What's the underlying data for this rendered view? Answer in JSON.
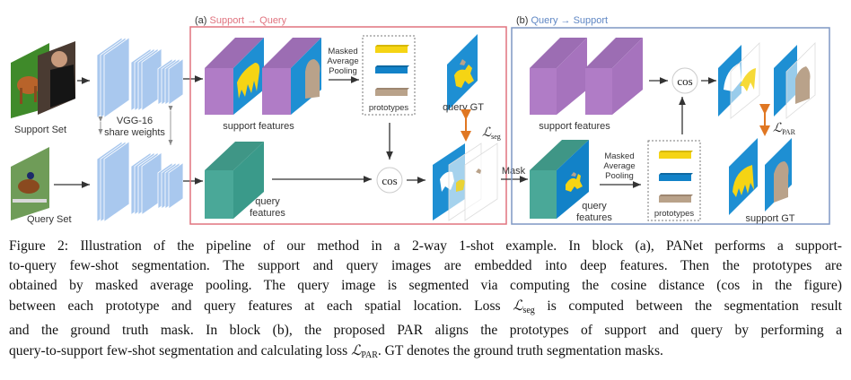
{
  "figure": {
    "left_inputs": {
      "support_set_label": "Support Set",
      "query_set_label": "Query Set",
      "backbone_label_line1": "VGG-16",
      "backbone_label_line2": "share weights"
    },
    "block_a": {
      "prefix": "(a) ",
      "title": "Support → Query",
      "border_color": "#e0737f",
      "support_features_label": "support features",
      "map_label_lines": [
        "Masked",
        "Average",
        "Pooling"
      ],
      "prototypes_label": "prototypes",
      "cos_label": "cos",
      "query_features_label_lines": [
        "query",
        "features"
      ],
      "query_gt_label": "query GT",
      "loss_label": "ℒ",
      "loss_sub": "seg",
      "mask_label": "Mask"
    },
    "block_b": {
      "prefix": "(b) ",
      "title": "Query → Support",
      "border_color": "#7f97c4",
      "support_features_label": "support features",
      "cos_label": "cos",
      "map_label_lines": [
        "Masked",
        "Average",
        "Pooling"
      ],
      "prototypes_label": "prototypes",
      "query_features_label_lines": [
        "query",
        "features"
      ],
      "loss_label": "ℒ",
      "loss_sub": "PAR",
      "support_gt_label": "support GT"
    },
    "colors": {
      "vgg_blue": "#a9c8ee",
      "support_purple": "#b07cc6",
      "query_teal": "#4aa898",
      "mask_blue": "#1e8fd3",
      "proto_yellow": "#f5d414",
      "proto_blue": "#1282c8",
      "proto_tan": "#b9a28a",
      "loss_orange": "#e07722"
    }
  },
  "caption": {
    "lines": [
      "Figure 2: Illustration of the pipeline of our method in a 2-way 1-shot example. In block (a), PANet performs a support-",
      "to-query few-shot segmentation. The support and query images are embedded into deep features. Then the prototypes are",
      "obtained by masked average pooling. The query image is segmented via computing the cosine distance (cos in the figure)",
      "between each prototype and query features at each spatial location. Loss {Lseg} is computed between the segmentation result",
      "and the ground truth mask. In block (b), the proposed PAR aligns the prototypes of support and query by performing a",
      "query-to-support few-shot segmentation and calculating loss {LPAR}. GT denotes the ground truth segmentation masks."
    ],
    "line4_pre": "between each prototype and query features at each spatial location. Loss ",
    "line4_post": " is computed between the segmentation result",
    "line6_pre": "query-to-support few-shot segmentation and calculating loss ",
    "line6_post": ". GT denotes the ground truth segmentation masks.",
    "loss_symbol": "ℒ",
    "seg_sub": "seg",
    "par_sub": "PAR"
  }
}
